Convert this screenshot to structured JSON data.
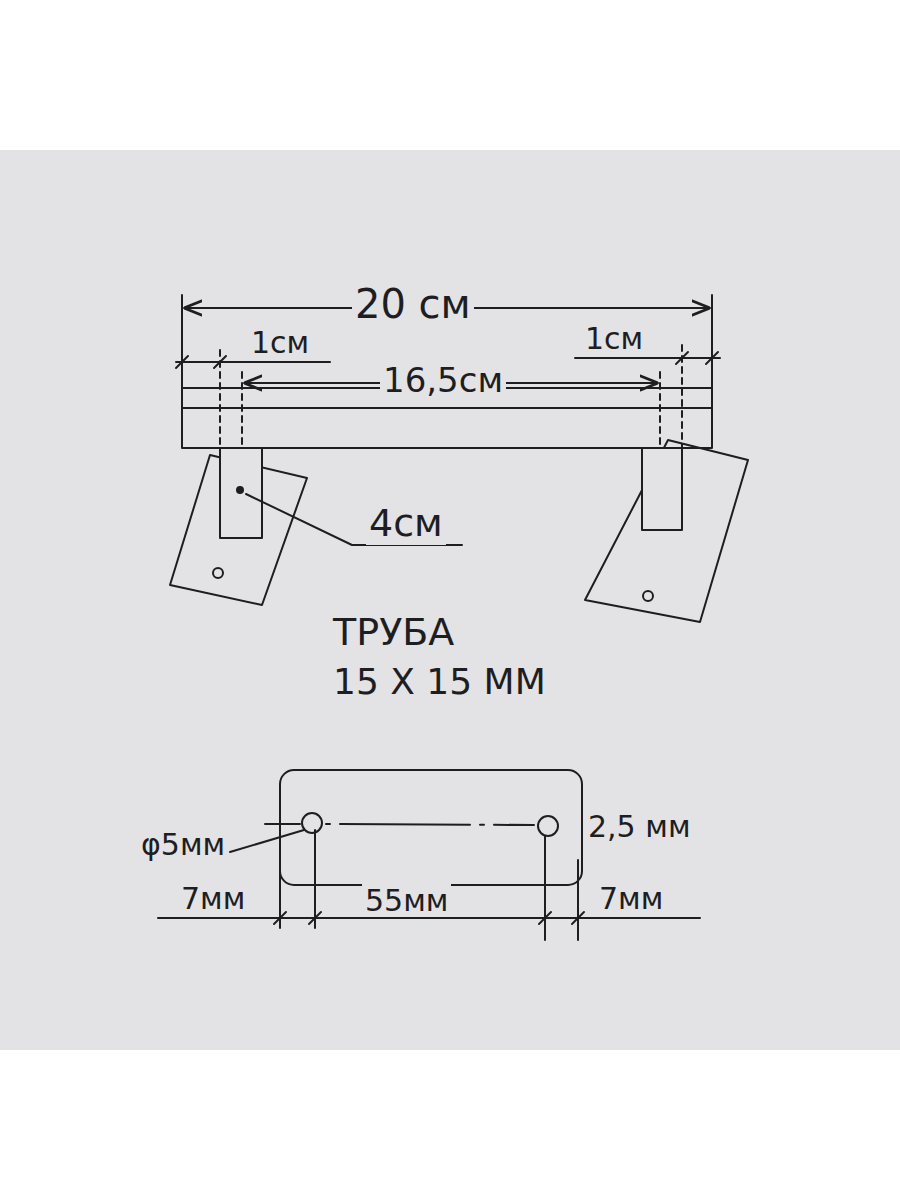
{
  "diagram": {
    "labels": [
      "20 см",
      "1см",
      "16,5см",
      "1см",
      "4см",
      "ТРУБА",
      "15 Х 15 ММ",
      "φ5мм",
      "2,5 мм",
      "7мм",
      "55мм",
      "7мм"
    ]
  }
}
